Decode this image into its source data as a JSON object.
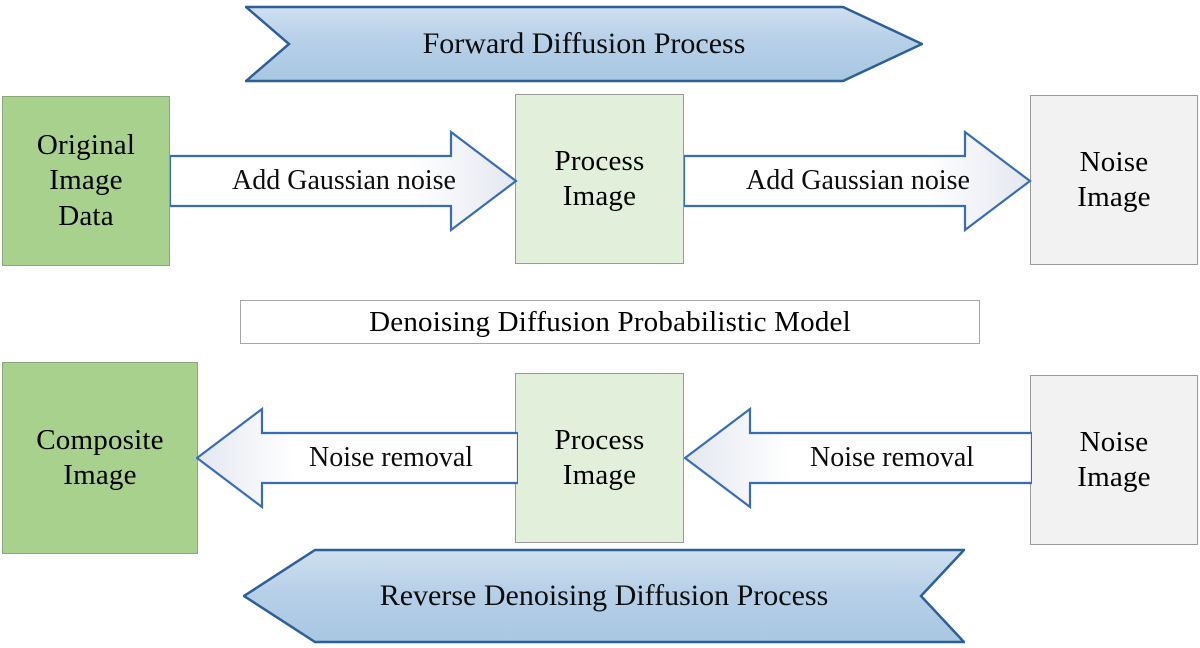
{
  "diagram": {
    "title": "Denoising Diffusion Probabilistic Model",
    "colors": {
      "green_fill": "#a9d18e",
      "light_green_fill": "#e2efda",
      "gray_fill": "#f2f2f2",
      "banner_fill": "#b4cde4",
      "banner_stroke": "#2e5f96",
      "arrow_stroke": "#3a6cb5",
      "arrow_fill": "#ffffff"
    },
    "banners": [
      {
        "id": "forward",
        "label": "Forward Diffusion Process",
        "direction": "right"
      },
      {
        "id": "reverse",
        "label": "Reverse Denoising Diffusion Process",
        "direction": "left"
      }
    ],
    "forward_row": {
      "nodes": [
        {
          "id": "original-image-data",
          "label": "Original\nImage\nData",
          "style": "green"
        },
        {
          "id": "process-image-top",
          "label": "Process\nImage",
          "style": "light-green"
        },
        {
          "id": "noise-image-top",
          "label": "Noise\nImage",
          "style": "gray"
        }
      ],
      "arrows": [
        {
          "id": "add-gaussian-noise-1",
          "label": "Add Gaussian noise",
          "direction": "right"
        },
        {
          "id": "add-gaussian-noise-2",
          "label": "Add Gaussian noise",
          "direction": "right"
        }
      ]
    },
    "reverse_row": {
      "nodes": [
        {
          "id": "composite-image",
          "label": "Composite\nImage",
          "style": "green"
        },
        {
          "id": "process-image-bottom",
          "label": "Process\nImage",
          "style": "light-green"
        },
        {
          "id": "noise-image-bottom",
          "label": "Noise\nImage",
          "style": "gray"
        }
      ],
      "arrows": [
        {
          "id": "noise-removal-1",
          "label": "Noise removal",
          "direction": "left"
        },
        {
          "id": "noise-removal-2",
          "label": "Noise removal",
          "direction": "left"
        }
      ]
    }
  }
}
